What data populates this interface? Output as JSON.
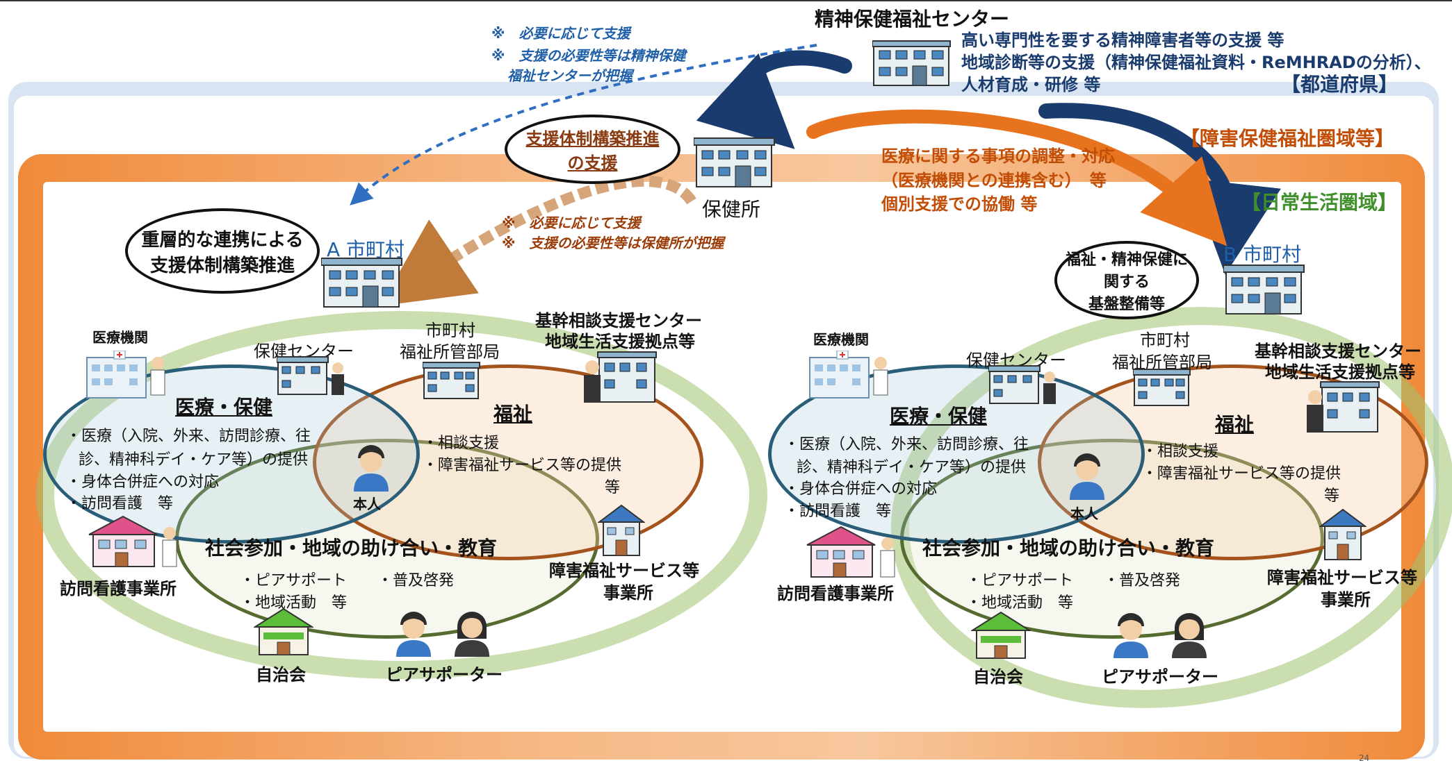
{
  "center": {
    "title": "精神保健福祉センター",
    "desc_1": "高い専門性を要する精神障害者等の支援 等",
    "desc_2": "地域診断等の支援（精神保健福祉資料・ReMHRADの分析）、",
    "desc_3": "人材育成・研修 等",
    "pref_label": "【都道府県】"
  },
  "notes_top": {
    "line_1": "※　必要に応じて支援",
    "line_2": "※　支援の必要性等は精神保健",
    "line_3": "福祉センターが把握"
  },
  "area_label": "【障害保健福祉圏域等】",
  "daily_label": "【日常生活圏域】",
  "hokensho": {
    "name": "保健所",
    "bubble_1": "支援体制構築推進",
    "bubble_2": "の支援",
    "note_1": "※　必要に応じて支援",
    "note_2": "※　支援の必要性等は保健所が把握",
    "coord_1": "医療に関する事項の調整・対応",
    "coord_2": "（医療機関との連携含む）　等",
    "coord_3": "個別支援での協働 等"
  },
  "a_city": {
    "name": "A 市町村",
    "bubble_1": "重層的な連携による",
    "bubble_2": "支援体制構築推進",
    "medical_org": "医療機関",
    "health_center": "保健センター",
    "welfare_1": "市町村",
    "welfare_2": "福祉所管部局",
    "kikan_1": "基幹相談支援センター",
    "kikan_2": "地域生活支援拠点等",
    "med_title": "医療・保健",
    "med_1": "・医療（入院、外来、訪問診療、往",
    "med_2": "診、精神科デイ・ケア等）の提供",
    "med_3": "・身体合併症への対応",
    "med_4": "・訪問看護　等",
    "wel_title": "福祉",
    "wel_1": "・相談支援",
    "wel_2": "・障害福祉サービス等の提供",
    "wel_3": "等",
    "self": "本人",
    "soc_title": "社会参加・地域の助け合い・教育",
    "soc_1": "・ピアサポート　　・普及啓発",
    "soc_2": "・地域活動　等",
    "nurse_office": "訪問看護事業所",
    "service_1": "障害福祉サービス等",
    "service_2": "事業所",
    "jichikai": "自治会",
    "peer": "ピアサポーター"
  },
  "b_city": {
    "name": "B 市町村",
    "bubble_1": "福祉・精神保健に",
    "bubble_2": "関する",
    "bubble_3": "基盤整備等",
    "medical_org": "医療機関",
    "health_center": "保健センター",
    "welfare_1": "市町村",
    "welfare_2": "福祉所管部局",
    "kikan_1": "基幹相談支援センター",
    "kikan_2": "地域生活支援拠点等",
    "med_title": "医療・保健",
    "med_1": "・医療（入院、外来、訪問診療、往",
    "med_2": "診、精神科デイ・ケア等）の提供",
    "med_3": "・身体合併症への対応",
    "med_4": "・訪問看護　等",
    "wel_title": "福祉",
    "wel_1": "・相談支援",
    "wel_2": "・障害福祉サービス等の提供",
    "wel_3": "等",
    "self": "本人",
    "soc_title": "社会参加・地域の助け合い・教育",
    "soc_1": "・ピアサポート　　・普及啓発",
    "soc_2": "・地域活動　等",
    "nurse_office": "訪問看護事業所",
    "service_1": "障害福祉サービス等",
    "service_2": "事業所",
    "jichikai": "自治会",
    "peer": "ピアサポーター"
  },
  "page_number": "24",
  "colors": {
    "prefecture_band": "#d9e4f2",
    "area_band": "#f08a3a",
    "daily_ring": "#a0c36e",
    "arrow_navy": "#1a3b6e",
    "arrow_orange": "#e8731e",
    "medical_ring": "#2a5d78",
    "welfare_ring": "#a4531c"
  }
}
